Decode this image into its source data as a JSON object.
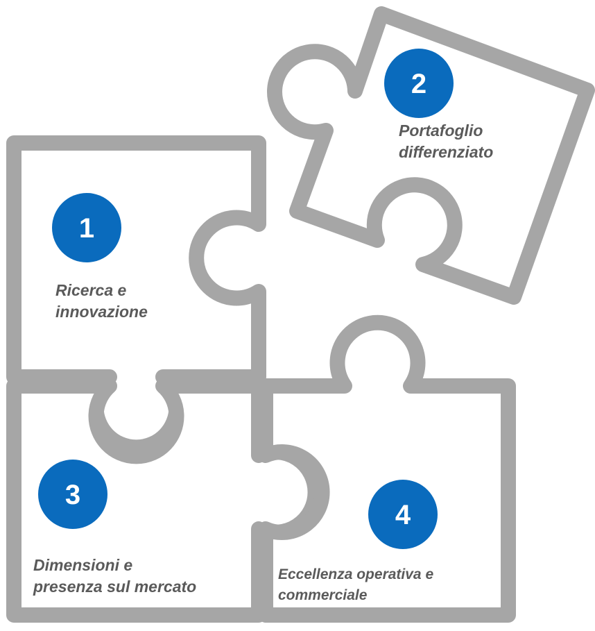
{
  "pieces": [
    {
      "number": "1",
      "caption_lines": [
        "Ricerca e",
        "innovazione"
      ]
    },
    {
      "number": "2",
      "caption_lines": [
        "Portafoglio",
        "differenziato"
      ]
    },
    {
      "number": "3",
      "caption_lines": [
        "Dimensioni e",
        "presenza sul mercato"
      ]
    },
    {
      "number": "4",
      "caption_lines": [
        "Eccellenza operativa e",
        "commerciale"
      ]
    }
  ],
  "colors": {
    "outline": "#a6a6a6",
    "badge": "#0a6bbd",
    "badge_text": "#ffffff",
    "caption_text": "#5a5a5a",
    "background": "#ffffff"
  }
}
